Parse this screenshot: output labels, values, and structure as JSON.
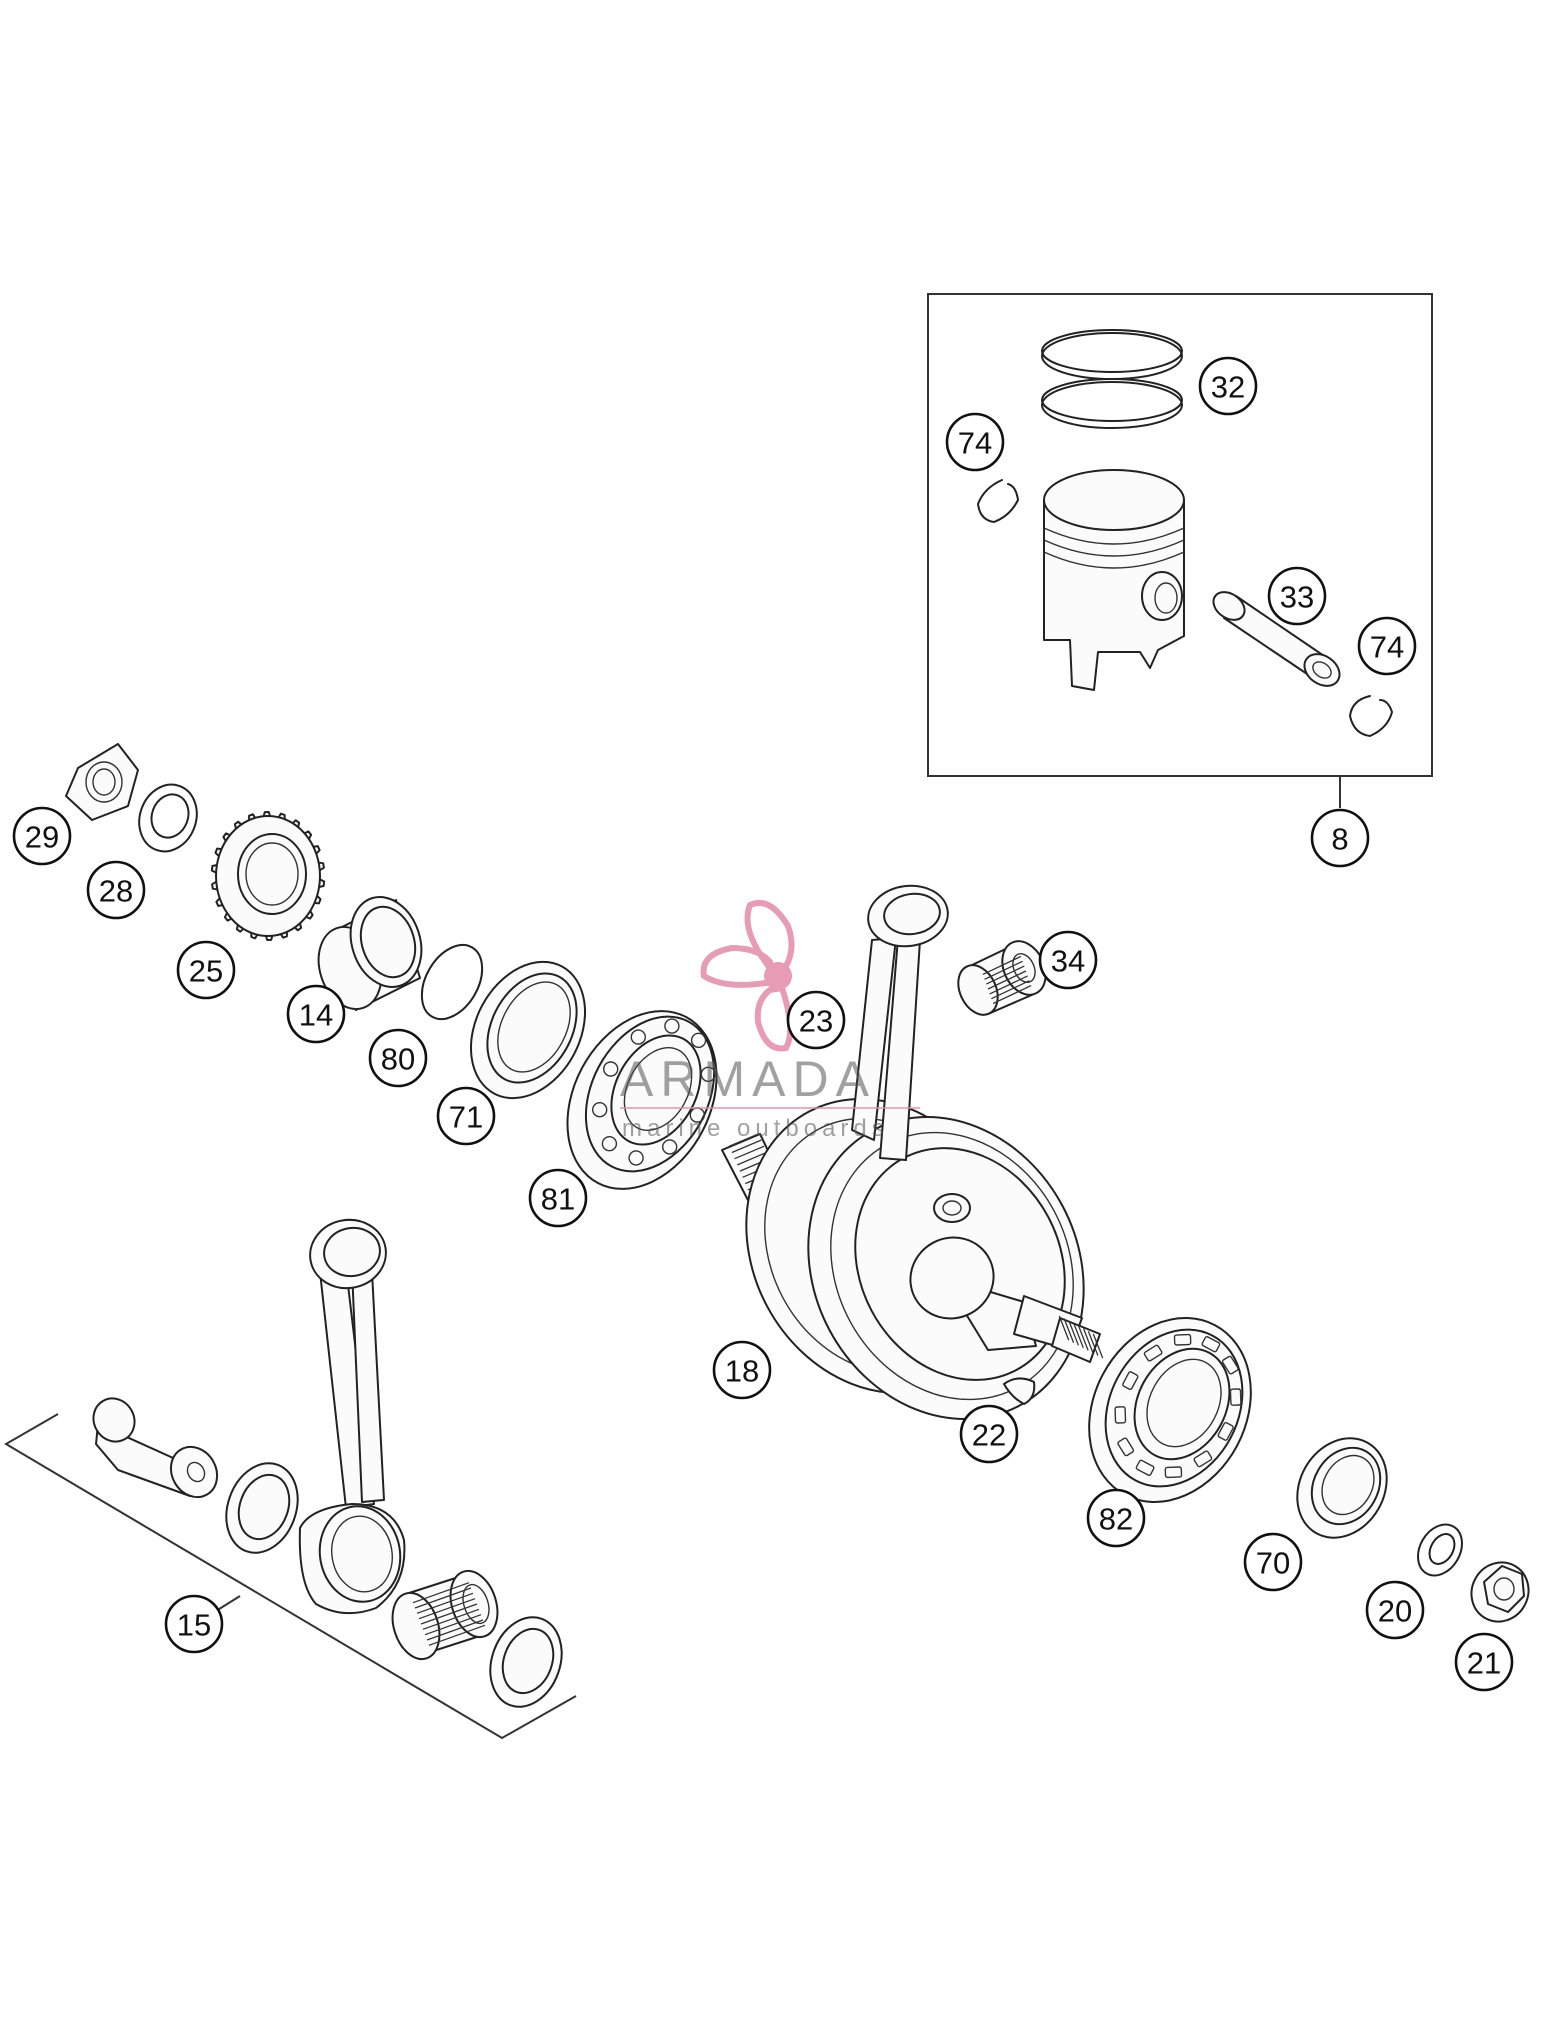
{
  "watermark": {
    "title": "ARMADA",
    "subtitle": "marine outboards",
    "logo_icon": "propeller-logo-icon",
    "logo_color": "#e58aa8"
  },
  "callouts": {
    "c8": "8",
    "c14": "14",
    "c15": "15",
    "c18": "18",
    "c20": "20",
    "c21": "21",
    "c22": "22",
    "c23": "23",
    "c25": "25",
    "c28": "28",
    "c29": "29",
    "c32": "32",
    "c33": "33",
    "c34": "34",
    "c70": "70",
    "c71": "71",
    "c74a": "74",
    "c74b": "74",
    "c80": "80",
    "c81": "81",
    "c82": "82"
  }
}
